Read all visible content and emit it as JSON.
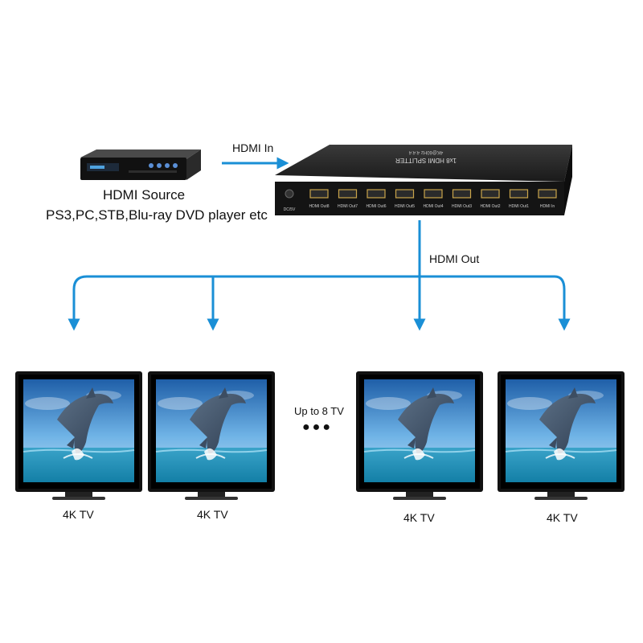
{
  "source": {
    "title": "HDMI Source",
    "subtitle": "PS3,PC,STB,Blu-ray DVD player etc"
  },
  "arrows": {
    "in_label": "HDMI  In",
    "out_label": "HDMI Out"
  },
  "splitter": {
    "top_label": "1x8 HDMI SPLITTER",
    "spec_label": "4K@60Hz 4:4:4",
    "ports": [
      "DC/5V",
      "HDMI Out8",
      "HDMI Out7",
      "HDMI Out6",
      "HDMI Out5",
      "HDMI Out4",
      "HDMI Out3",
      "HDMI Out2",
      "HDMI Out1",
      "HDMI In"
    ]
  },
  "tvs": {
    "labels": [
      "4K TV",
      "4K TV",
      "4K TV",
      "4K TV"
    ],
    "more_label": "Up to 8 TV",
    "ellipsis": "●●●"
  },
  "colors": {
    "arrow": "#1a8fd6",
    "device": "#1c1c1c",
    "sky": "#3f8fd0",
    "sea": "#2b8fb8"
  }
}
